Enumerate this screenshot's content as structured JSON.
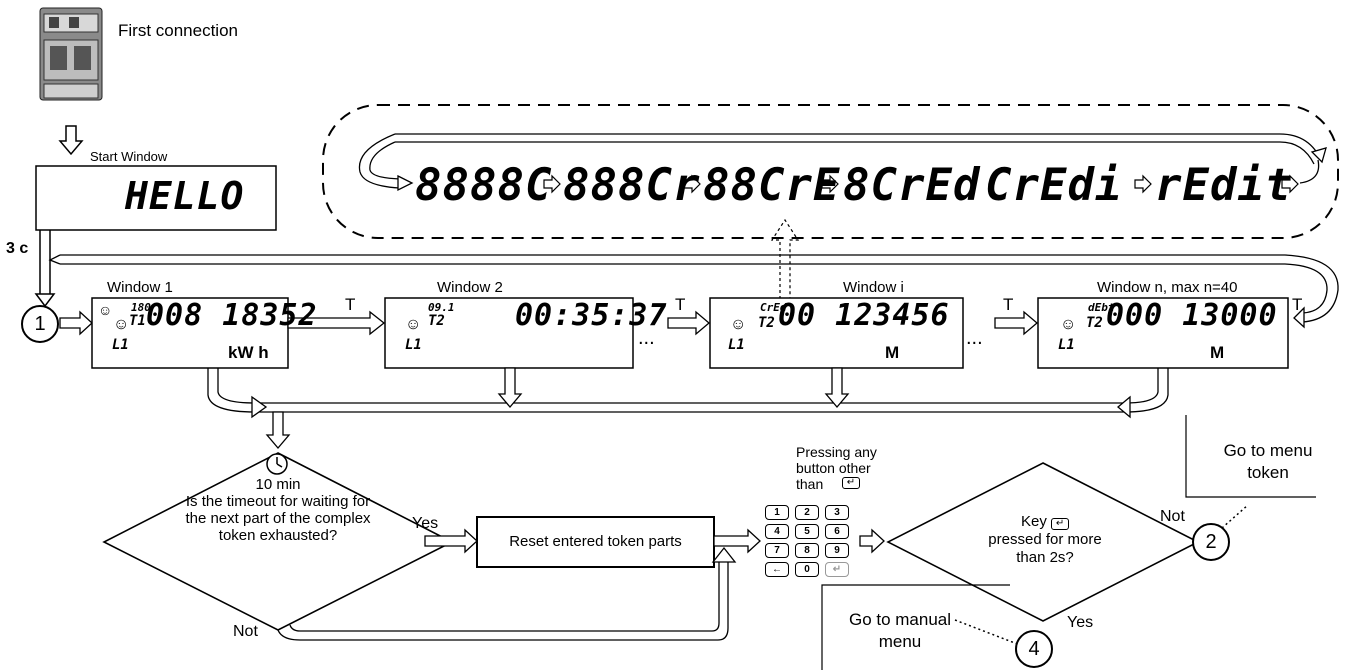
{
  "first_connection": "First connection",
  "start_window": {
    "label": "Start Window",
    "display": "HELLO"
  },
  "three_c": "3 c",
  "circle_1": "1",
  "windows": [
    {
      "label": "Window 1",
      "tariff_code": "180",
      "tariff": "T1",
      "value": "008 18352",
      "unit": "kW h",
      "phase": "L1"
    },
    {
      "label": "Window 2",
      "tariff_code": "09.1",
      "tariff": "T2",
      "value": "00:35:37",
      "unit": "",
      "phase": "L1"
    },
    {
      "label": "Window i",
      "tariff_code": "CrEd",
      "tariff": "T2",
      "value": "00 123456",
      "unit": "M",
      "phase": "L1"
    },
    {
      "label": "Window n, max n=40",
      "tariff_code": "dEbt",
      "tariff": "T2",
      "value": "000 13000",
      "unit": "M",
      "phase": "L1"
    }
  ],
  "transition": "T",
  "ellipsis": "...",
  "scroll_frames": [
    "8888C",
    "888Cr",
    "88CrE",
    "8CrEd",
    "CrEdi",
    "rEdit"
  ],
  "decision_timeout": {
    "time": "10 min",
    "question": "Is the timeout for waiting for the next part of the complex token exhausted?",
    "yes": "Yes",
    "no": "Not"
  },
  "reset_box": "Reset entered token parts",
  "pressing_label": "Pressing any button other than",
  "keypad": [
    "1",
    "2",
    "3",
    "4",
    "5",
    "6",
    "7",
    "8",
    "9",
    "←",
    "0",
    "↵"
  ],
  "decision_key": {
    "question_prefix": "Key",
    "question_suffix": "pressed for more than 2s?",
    "yes": "Yes",
    "no": "Not"
  },
  "go_menu_token": "Go to menu token",
  "circle_2": "2",
  "go_manual_menu": "Go to manual menu",
  "circle_4": "4"
}
